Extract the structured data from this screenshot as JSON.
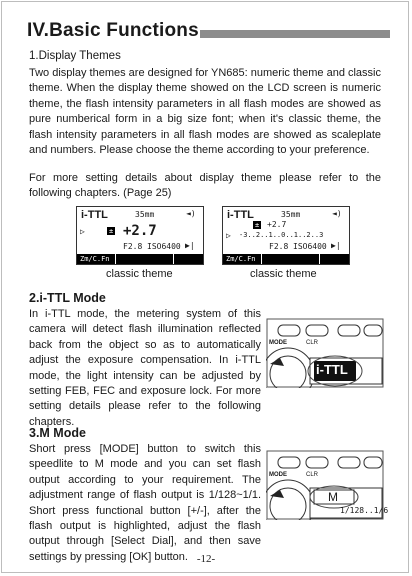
{
  "chapter": {
    "title": "IV.Basic Functions"
  },
  "section1": {
    "heading": "1.Display Themes",
    "para1": "Two display themes are designed for YN685: numeric theme and classic theme. When the display theme showed on the LCD screen is numeric theme, the flash intensity parameters in all flash modes are showed as pure numberical form in a big size font; when it's classic theme, the flash intensity parameters in all flash modes are showed as scaleplate and numbers. Please choose the theme according to your preference.",
    "para2": "For more setting details about display theme please refer to the following chapters. (Page 25)",
    "lcd_left": {
      "mode": "i-TTL",
      "zoom": "35mm",
      "value": "+2.7",
      "aperture": "F2.8",
      "iso": "ISO6400",
      "footer": "Zm/C.Fn"
    },
    "lcd_right": {
      "mode": "i-TTL",
      "zoom": "35mm",
      "value": "+2.7",
      "scale": "-3..2..1..0..1..2..3",
      "aperture": "F2.8",
      "iso": "ISO6400",
      "footer": "Zm/C.Fn"
    },
    "caption_left": "classic theme",
    "caption_right": "classic theme"
  },
  "section2": {
    "heading": "2.i-TTL Mode",
    "para": "In i-TTL mode, the metering system of this camera will detect flash illumination reflected back from the object so as to automatically adjust the exposure compensation. In i-TTL mode, the light intensity can be adjusted by setting FEB, FEC and exposure lock. For more setting details please refer to the following chapters.",
    "figure_label": "i-TTL",
    "button_label": "MODE",
    "knob_label": "CLR"
  },
  "section3": {
    "heading": "3.M Mode",
    "para": "Short press [MODE] button to switch this speedlite to M mode and you can set flash output according to your requirement. The adjustment range of flash output is 1/128~1/1. Short press functional button [+/-], after the flash output is highlighted, adjust the flash output through [Select Dial], and then save settings by pressing [OK] button.",
    "figure_label": "M",
    "figure_value": "1/128..1/6",
    "button_label": "MODE",
    "knob_label": "CLR"
  },
  "page_number": "-12-"
}
